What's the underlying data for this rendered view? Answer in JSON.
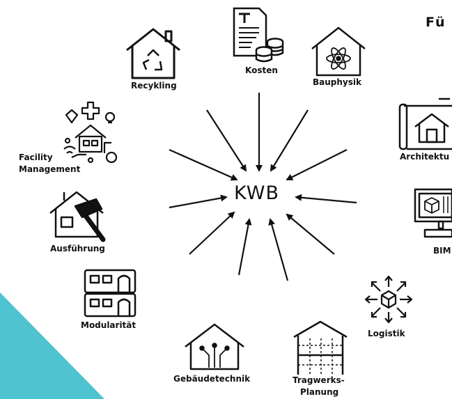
{
  "heading": "Fü",
  "center_label": "KWB",
  "nodes": {
    "kosten": "Kosten",
    "recycling": "Recykling",
    "bauphysik": "Bauphysik",
    "facility_line1": "Facility",
    "facility_line2": "Management",
    "architektur": "Architektu",
    "bim": "BIM",
    "ausfuehrung": "Ausführung",
    "modularitaet": "Modularität",
    "logistik": "Logistik",
    "gebaeudetechnik": "Gebäudetechnik",
    "tragwerk_line1": "Tragwerks-",
    "tragwerk_line2": "Planung"
  },
  "colors": {
    "accent_triangle": "#4fc3cf",
    "ink": "#111111"
  },
  "icons": [
    "recycle-house-icon",
    "cost-document-icon",
    "atom-house-icon",
    "facility-management-icon",
    "blueprint-house-icon",
    "bim-monitor-icon",
    "hammer-house-icon",
    "modular-building-icon",
    "logistics-box-icon",
    "circuit-house-icon",
    "timber-frame-icon"
  ]
}
